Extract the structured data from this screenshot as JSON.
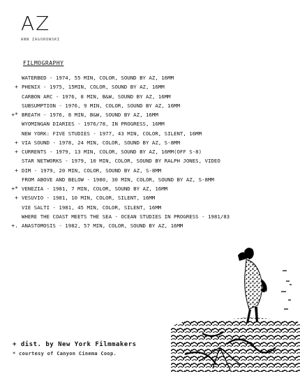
{
  "header": {
    "logo": "AZ",
    "logo_subtitle": "ANN ZAGOROWSKI"
  },
  "filmography": {
    "heading": "FILMOGRAPHY",
    "entries": [
      {
        "mark": "",
        "text": "WATERBED - 1974, 55 MIN, COLOR, SOUND BY AZ, 16MM"
      },
      {
        "mark": "+",
        "text": "PHENIX - 1975, 15MIN, COLOR, SOUND BY AZ, 16MM"
      },
      {
        "mark": "",
        "text": "CARBON ARC - 1976, 8 MIN, B&W, SOUND BY AZ, 16MM"
      },
      {
        "mark": "",
        "text": "SUBSUMPTION - 1976, 9 MIN, COLOR, SOUND BY AZ, 16MM"
      },
      {
        "mark": "+*",
        "text": "BREATH - 1976, 8 MIN, B&W, SOUND BY AZ, 16MM"
      },
      {
        "mark": "",
        "text": "WYOMINGAN DIARIES - 1976/78, IN PROGRESS, 16MM"
      },
      {
        "mark": "",
        "text": "NEW YORK: FIVE STUDIES - 1977, 43 MIN, COLOR, SILENT, 16MM"
      },
      {
        "mark": "+",
        "text": "VIA SOUND - 1978, 24 MIN, COLOR, SOUND BY AZ, S-8MM"
      },
      {
        "mark": "+",
        "text": "CURRENTS - 1979, 13 MIN, COLOR, SOUND BY AZ, 16MM(OFF S-8)"
      },
      {
        "mark": "",
        "text": "STAR NETWORKS - 1979, 10 MIN, COLOR, SOUND BY RALPH JONES, VIDEO"
      },
      {
        "mark": "+",
        "text": "DIM - 1979, 20 MIN, COLOR, SOUND BY AZ, S-8MM"
      },
      {
        "mark": "",
        "text": "FROM ABOVE AND BELOW - 1980, 30 MIN, COLOR, SOUND BY AZ, S-8MM"
      },
      {
        "mark": "+*",
        "text": "VENEZIA - 1981, 7 MIN, COLOR, SOUND BY AZ, 16MM"
      },
      {
        "mark": "+",
        "text": "VESUVIO - 1981, 10 MIN, COLOR, SILENT, 16MM"
      },
      {
        "mark": "",
        "text": "VIE SALTI - 1981, 45 MIN, COLOR, SILENT, 16MM"
      },
      {
        "mark": "",
        "text": "WHERE THE COAST MEETS THE SEA - OCEAN STUDIES IN PROGRESS - 1981/83"
      },
      {
        "mark": "+.",
        "text": "ANASTOMOSIS - 1982, 57 MIN, COLOR, SOUND BY AZ, 16MM"
      }
    ]
  },
  "footer": {
    "distributor": "+ dist. by New York Filmmakers",
    "coop": "* courtesy of Canyon Cinema Coop."
  }
}
